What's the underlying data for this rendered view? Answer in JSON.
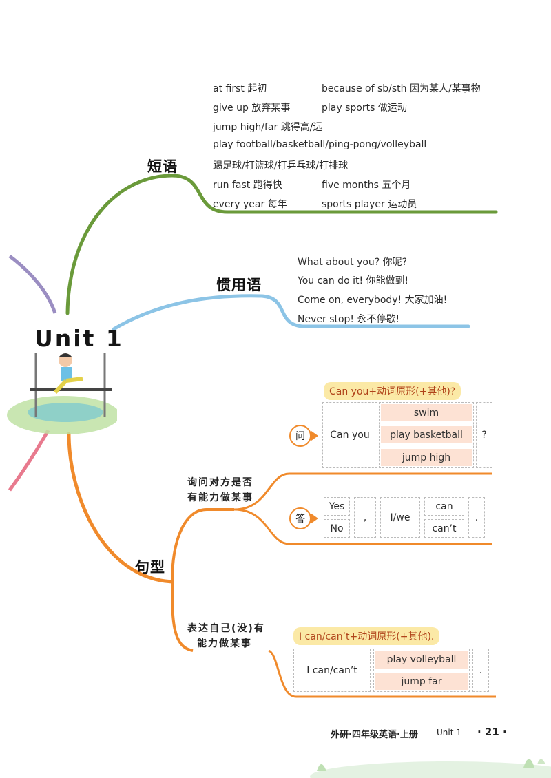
{
  "central": {
    "title": "Unit 1"
  },
  "sections": {
    "phrases": {
      "heading": "短语",
      "items": [
        "at first 起初",
        "because of sb/sth 因为某人/某事物",
        "give up 放弃某事",
        "play sports 做运动",
        "jump high/far 跳得高/远",
        "play football/basketball/ping-pong/volleyball",
        "踢足球/打篮球/打乒乓球/打排球",
        "run fast 跑得快",
        "five months 五个月",
        "every year 每年",
        "sports player 运动员"
      ]
    },
    "idioms": {
      "heading": "惯用语",
      "items": [
        "What about you? 你呢?",
        "You can do it! 你能做到!",
        "Come on, everybody! 大家加油!",
        "Never stop! 永不停歇!"
      ]
    },
    "sentences": {
      "heading": "句型",
      "ask_ability": {
        "label_line1": "询问对方是否",
        "label_line2": "有能力做某事",
        "pattern": "Can you+动词原形(+其他)?",
        "question": {
          "tag": "问",
          "subject": "Can you",
          "verbs": [
            "swim",
            "play basketball",
            "jump high"
          ],
          "end": "?"
        },
        "answer": {
          "tag": "答",
          "options": [
            "Yes",
            "No"
          ],
          "comma": ",",
          "subject": "I/we",
          "modals": [
            "can",
            "can’t"
          ],
          "end": "."
        }
      },
      "express_ability": {
        "label_line1": "表达自己(没)有",
        "label_line2": "能力做某事",
        "pattern": "I can/can’t+动词原形(+其他).",
        "subject": "I can/can’t",
        "verbs": [
          "play volleyball",
          "jump far"
        ],
        "end": "."
      }
    }
  },
  "footer": {
    "book": "外研·四年级英语·上册",
    "unit": "Unit 1",
    "page": "· 21 ·"
  },
  "colors": {
    "green_branch": "#6a9a3a",
    "blue_branch": "#8cc4e6",
    "orange_branch": "#f08a2b",
    "purple_branch": "#9b8ec2",
    "pink_branch": "#e87a8e",
    "pill": "#fde2d4",
    "pattern_label_bg": "#fbe9a6"
  }
}
